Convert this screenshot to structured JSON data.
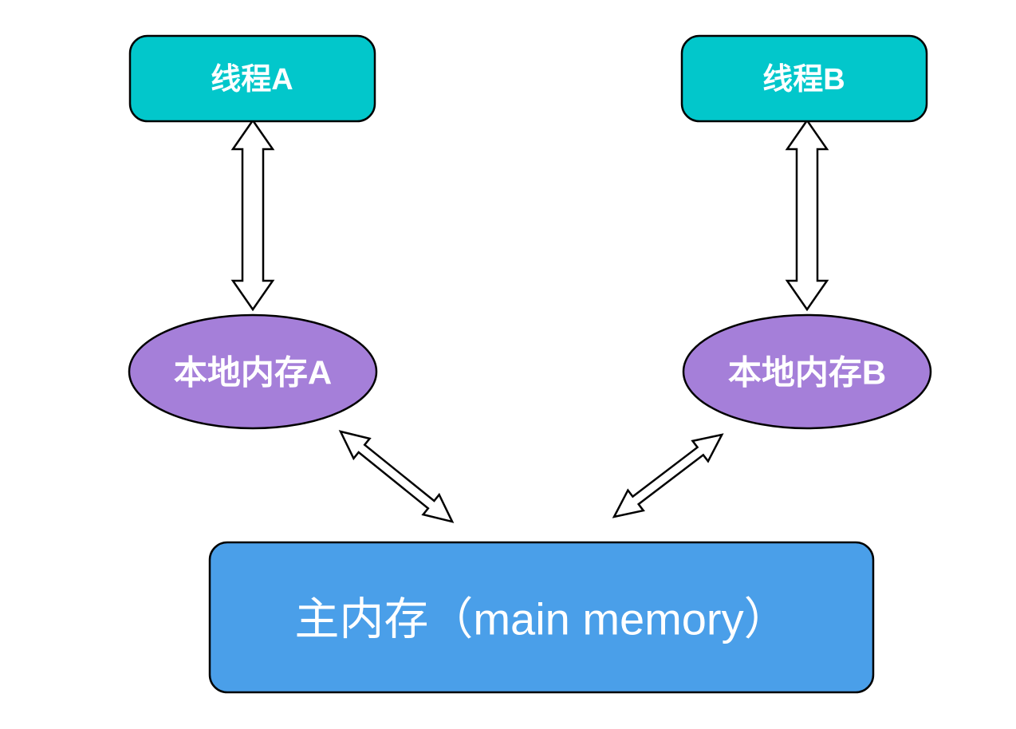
{
  "diagram": {
    "type": "memory-model-diagram",
    "background": "#ffffff",
    "nodes": {
      "thread_a": {
        "label": "线程A",
        "shape": "rounded-rect",
        "fill": "#02c7cb"
      },
      "thread_b": {
        "label": "线程B",
        "shape": "rounded-rect",
        "fill": "#02c7cb"
      },
      "local_memory_a": {
        "label": "本地内存A",
        "shape": "ellipse",
        "fill": "#a57fd9"
      },
      "local_memory_b": {
        "label": "本地内存B",
        "shape": "ellipse",
        "fill": "#a57fd9"
      },
      "main_memory": {
        "label": "主内存（main memory）",
        "shape": "rounded-rect",
        "fill": "#4a9fe9"
      }
    },
    "edges": [
      {
        "from": "thread_a",
        "to": "local_memory_a",
        "style": "double-headed-block-arrow",
        "direction": "bidirectional"
      },
      {
        "from": "thread_b",
        "to": "local_memory_b",
        "style": "double-headed-block-arrow",
        "direction": "bidirectional"
      },
      {
        "from": "local_memory_a",
        "to": "main_memory",
        "style": "double-headed-block-arrow",
        "direction": "bidirectional"
      },
      {
        "from": "local_memory_b",
        "to": "main_memory",
        "style": "double-headed-block-arrow",
        "direction": "bidirectional"
      }
    ],
    "colors": {
      "outline": "#000000",
      "arrow_fill": "#ffffff",
      "label_text": "#ffffff"
    }
  }
}
